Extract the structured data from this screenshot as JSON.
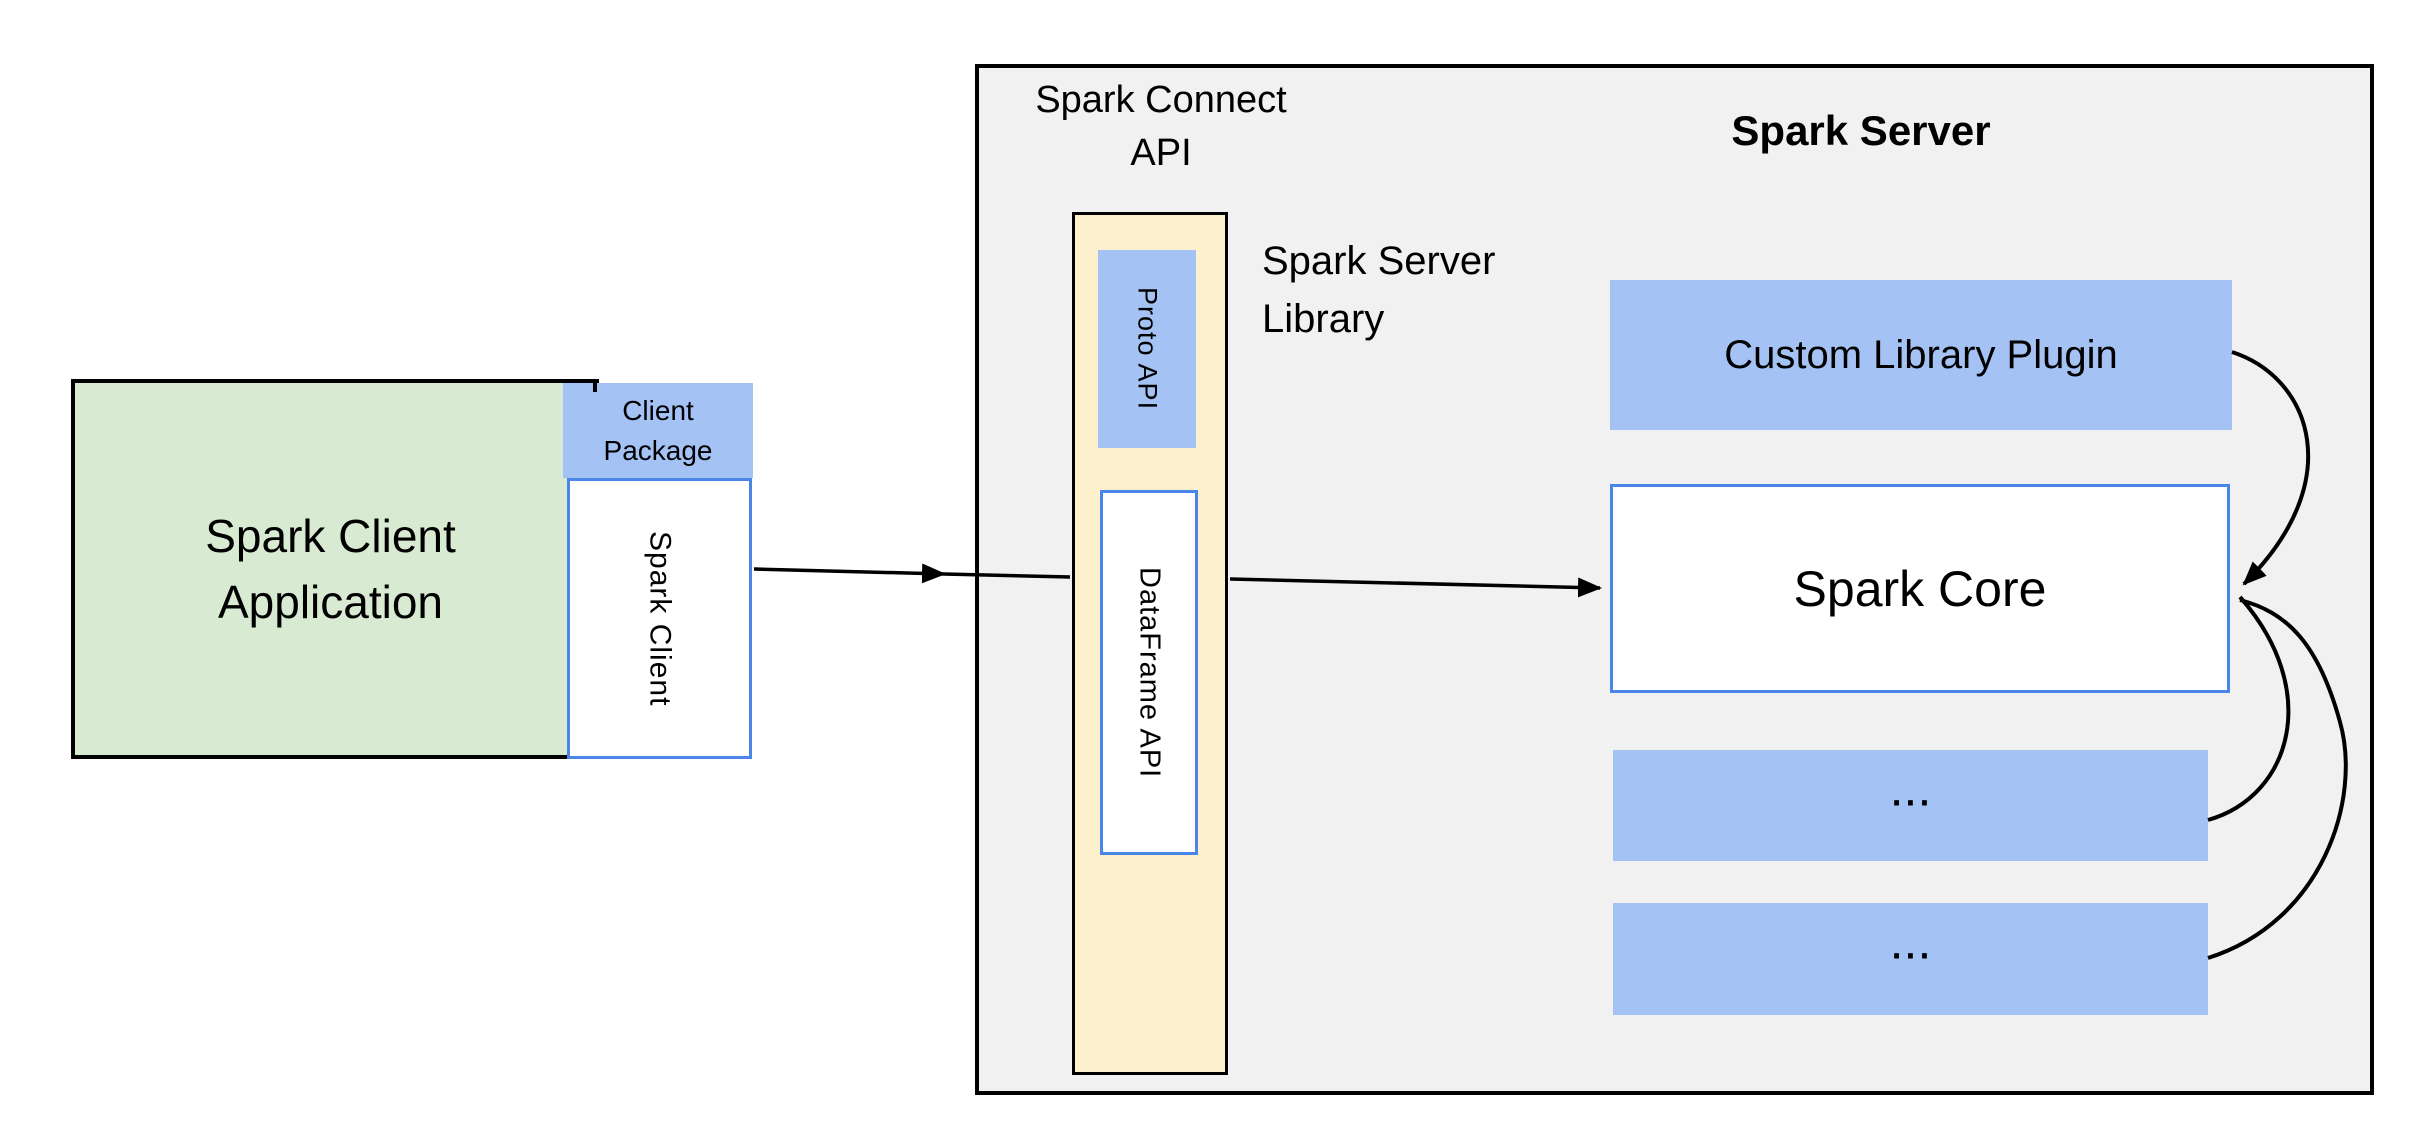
{
  "client": {
    "app_label": "Spark Client\nApplication",
    "package_label": "Client\nPackage",
    "spark_client_label": "Spark Client"
  },
  "connect": {
    "title": "Spark Connect\nAPI",
    "proto_label": "Proto API",
    "dataframe_label": "DataFrame API",
    "library_label": "Spark Server\nLibrary"
  },
  "server": {
    "title": "Spark Server",
    "plugin_label": "Custom Library Plugin",
    "core_label": "Spark Core",
    "slot1_label": "...",
    "slot2_label": "..."
  },
  "colors": {
    "blue_fill": "#a4c2f4",
    "blue_border": "#4a86e8",
    "green_fill": "#d9ead3",
    "yellow_fill": "#fdf0cd",
    "gray_fill": "#f1f1f1",
    "line": "#000000"
  }
}
